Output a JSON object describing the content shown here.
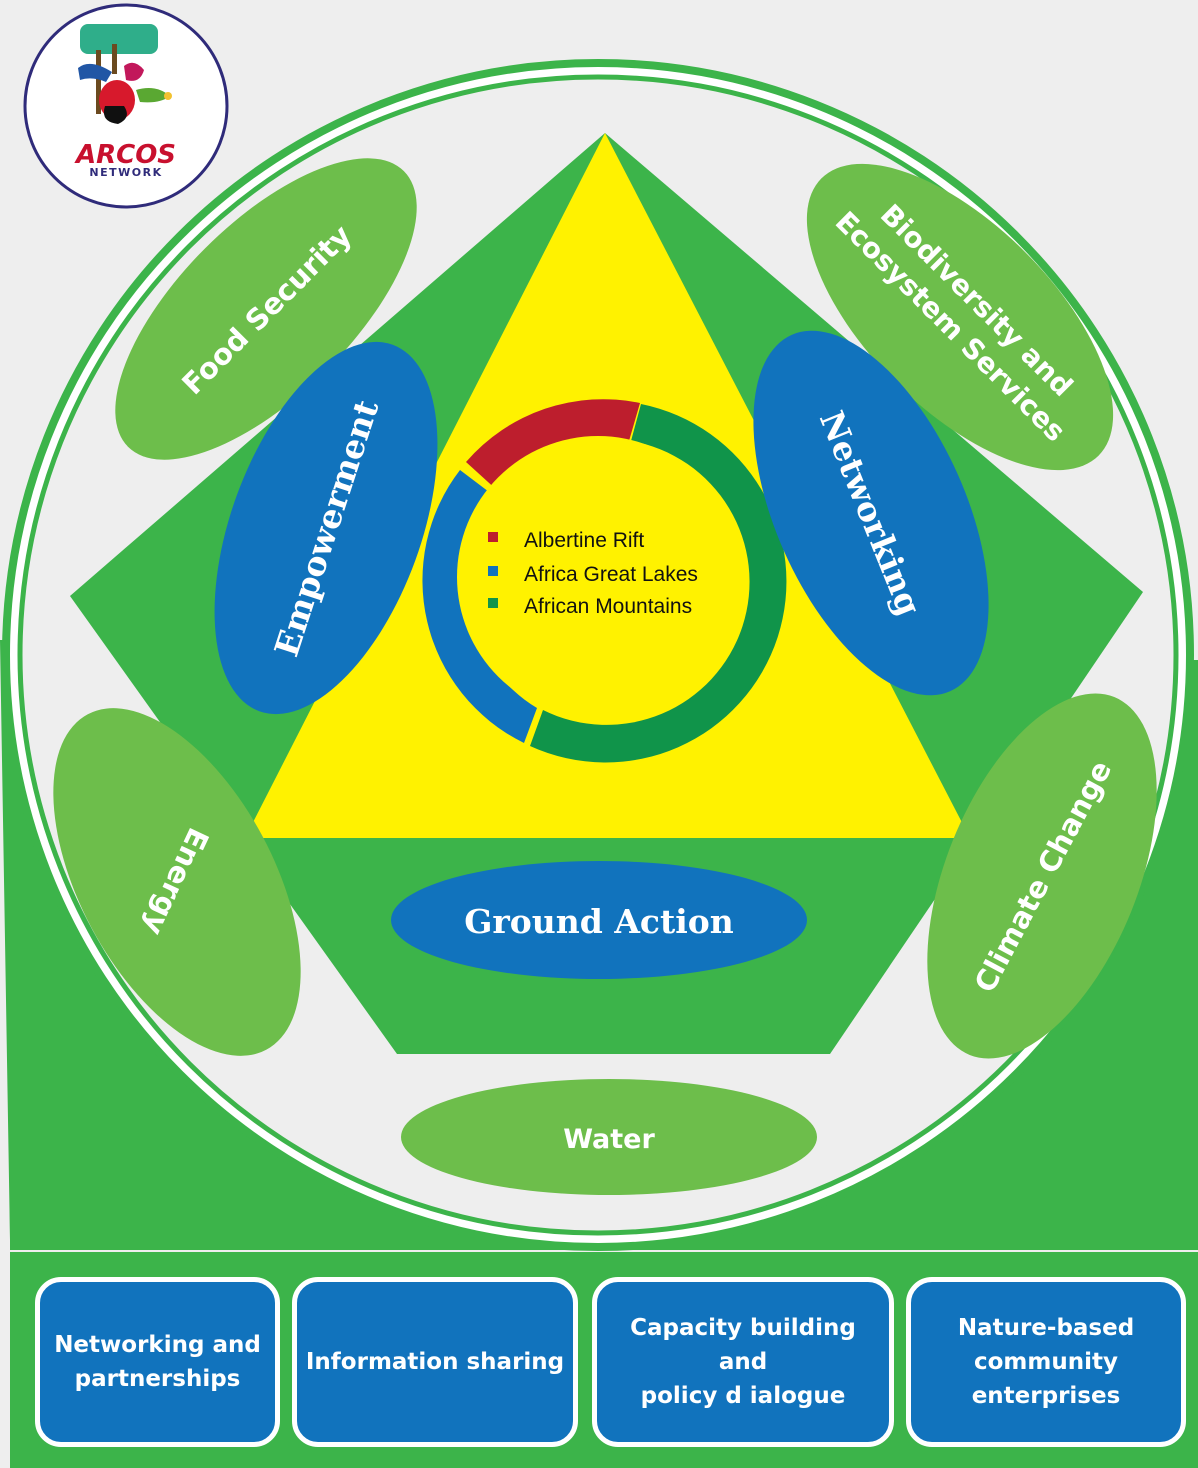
{
  "logo": {
    "name": "ARCOS",
    "subname": "NETWORK"
  },
  "outer_themes": {
    "food_security": "Food Security",
    "biodiversity_line1": "Biodiversity and",
    "biodiversity_line2": "Ecosystem Services",
    "energy": "Energy",
    "climate_change": "Climate Change",
    "water": "Water"
  },
  "approaches": {
    "empowerment": "Empowerment",
    "networking": "Networking",
    "ground_action": "Ground Action"
  },
  "donut": {
    "legend": [
      {
        "label": "Albertine Rift",
        "color": "#bd1e2d"
      },
      {
        "label": "Africa Great Lakes",
        "color": "#1173bd"
      },
      {
        "label": "African Mountains",
        "color": "#10944a"
      }
    ]
  },
  "bottom_boxes": [
    "Networking and\npartnerships",
    "Information sharing",
    "Capacity building and\npolicy d ialogue",
    "Nature-based\ncommunity\nenterprises"
  ],
  "colors": {
    "background": "#eeeeee",
    "green_main": "#3cb44a",
    "green_light": "#6dbe4b",
    "blue": "#1173bd",
    "yellow": "#fff200",
    "red": "#bd1e2d",
    "dark_green": "#10944a"
  }
}
